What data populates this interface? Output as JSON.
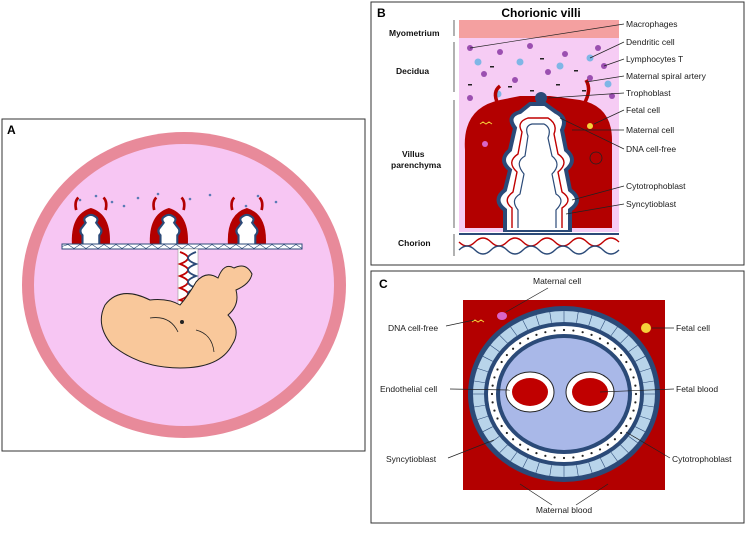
{
  "panels": {
    "a": {
      "letter": "A"
    },
    "b": {
      "letter": "B",
      "title": "Chorionic villi",
      "zones": [
        "Myometrium",
        "Decidua",
        "Villus",
        "parenchyma",
        "Chorion"
      ],
      "labels": {
        "macrophages": "Macrophages",
        "dendritic": "Dendritic cell",
        "lymphocytes": "Lymphocytes T",
        "spiral_artery": "Maternal spiral artery",
        "trophoblast": "Trophoblast",
        "fetal_cell": "Fetal cell",
        "maternal_cell": "Maternal cell",
        "dna": "DNA cell-free",
        "cytotrophoblast": "Cytotrophoblast",
        "syncytioblast": "Syncytioblast"
      }
    },
    "c": {
      "letter": "C",
      "labels": {
        "maternal_cell": "Maternal cell",
        "dna": "DNA cell-free",
        "fetal_cell": "Fetal cell",
        "endothelial": "Endothelial  cell",
        "fetal_blood": "Fetal blood",
        "syncytioblast": "Syncytioblast",
        "cytotrophoblast": "Cytotrophoblast",
        "maternal_blood": "Maternal blood"
      }
    }
  },
  "colors": {
    "uterus_wall": "#e88a9a",
    "uterus_cavity": "#f7c6f3",
    "maternal_blood": "#b30000",
    "myometrium": "#f4a0a0",
    "decidua": "#f6ccf4",
    "fetus_skin": "#f9c89b",
    "cell_blue": "#b8d4ea",
    "dark_blue": "#2b4a78",
    "fetal_blood": "#c00000",
    "lumen": "#a9b8e8"
  }
}
